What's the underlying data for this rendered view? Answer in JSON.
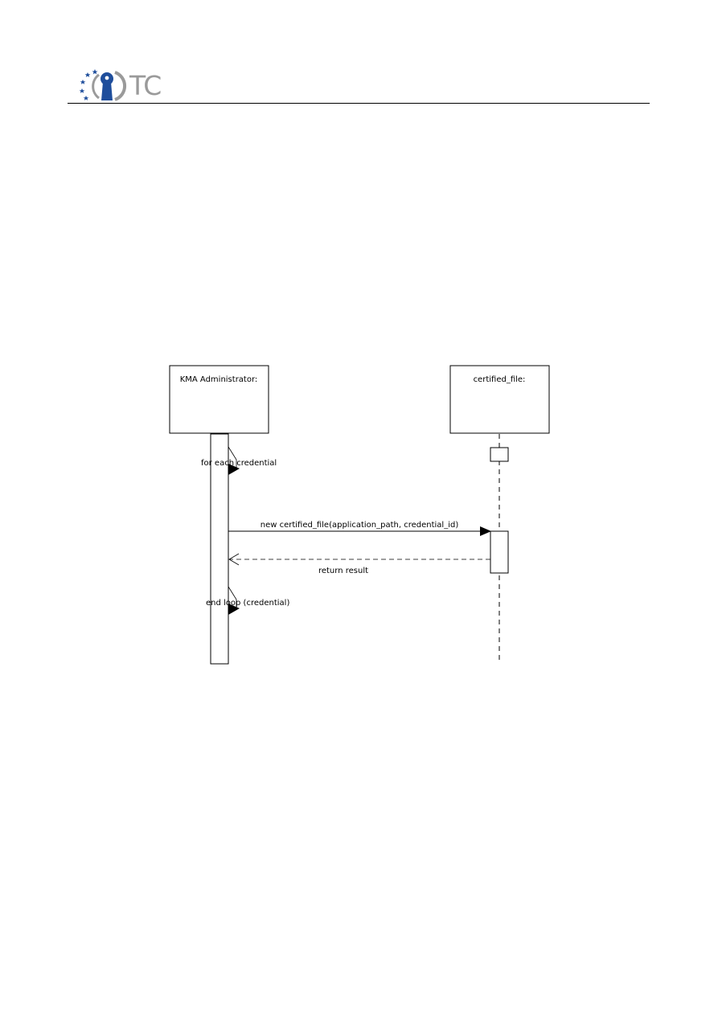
{
  "header": {
    "logo_text": "TC",
    "colors": {
      "logo_blue": "#1f4e9c",
      "logo_gray": "#9a9a9a",
      "rule": "#000000"
    }
  },
  "diagram": {
    "participants": [
      {
        "id": "admin",
        "name": "KMA Administrator:"
      },
      {
        "id": "file",
        "name": "certified_file:"
      }
    ],
    "loop_start_label": "for each credential",
    "message_label": "new certified_file(application_path, credential_id)",
    "return_label": "return result",
    "loop_end_label": "end loop (credential)"
  }
}
